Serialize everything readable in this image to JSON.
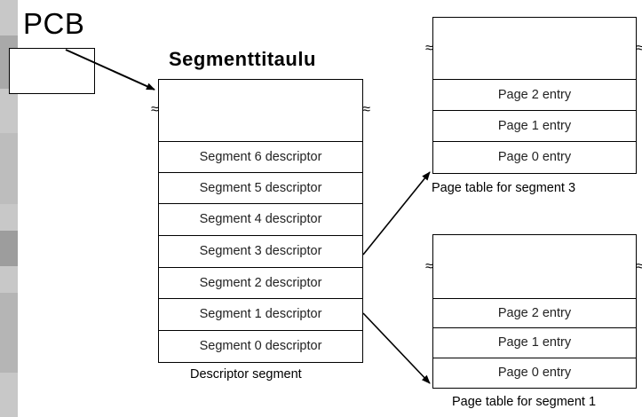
{
  "pcb": {
    "label": "PCB"
  },
  "descriptor_segment": {
    "title": "Segmenttitaulu",
    "caption": "Descriptor segment",
    "rows": [
      "Segment 6 descriptor",
      "Segment 5 descriptor",
      "Segment 4 descriptor",
      "Segment 3 descriptor",
      "Segment 2 descriptor",
      "Segment 1 descriptor",
      "Segment 0 descriptor"
    ]
  },
  "page_table_segment_3": {
    "caption": "Page table for segment 3",
    "rows": [
      "Page 2 entry",
      "Page 1 entry",
      "Page 0 entry"
    ]
  },
  "page_table_segment_1": {
    "caption": "Page table for segment 1",
    "rows": [
      "Page 2 entry",
      "Page 1 entry",
      "Page 0 entry"
    ]
  },
  "break_symbol": "≈"
}
